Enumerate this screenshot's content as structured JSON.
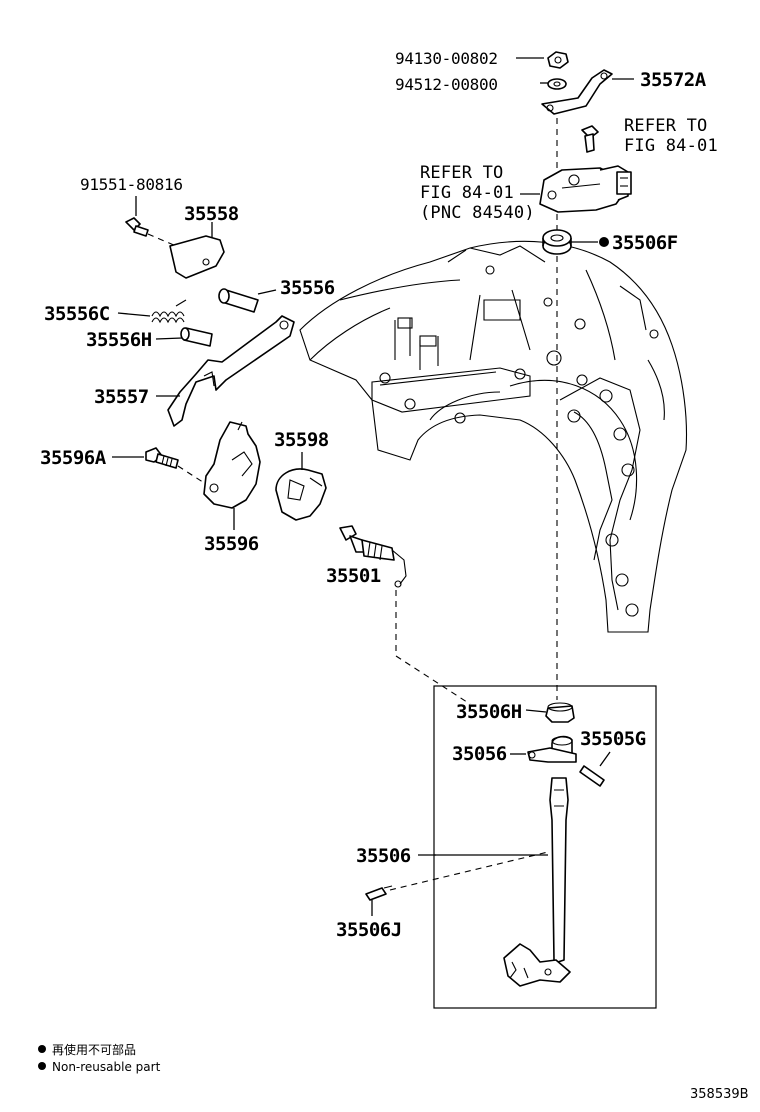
{
  "parts": {
    "p94130": "94130-00802",
    "p94512": "94512-00800",
    "p35572A": "35572A",
    "p91551": "91551-80816",
    "p35558": "35558",
    "p35556": "35556",
    "p35556C": "35556C",
    "p35556H": "35556H",
    "p35557": "35557",
    "p35596A": "35596A",
    "p35596": "35596",
    "p35598": "35598",
    "p35501": "35501",
    "p35506F": "35506F",
    "p35506H": "35506H",
    "p35056": "35056",
    "p35505G": "35505G",
    "p35506": "35506",
    "p35506J": "35506J"
  },
  "references": {
    "ref_bolt_line1": "REFER TO",
    "ref_bolt_line2": "FIG 84-01",
    "ref_switch_line1": "REFER TO",
    "ref_switch_line2": "FIG 84-01",
    "ref_switch_line3": "(PNC 84540)"
  },
  "legend": {
    "jp": "再使用不可部品",
    "en": "Non-reusable part"
  },
  "diagram_code": "358539B"
}
